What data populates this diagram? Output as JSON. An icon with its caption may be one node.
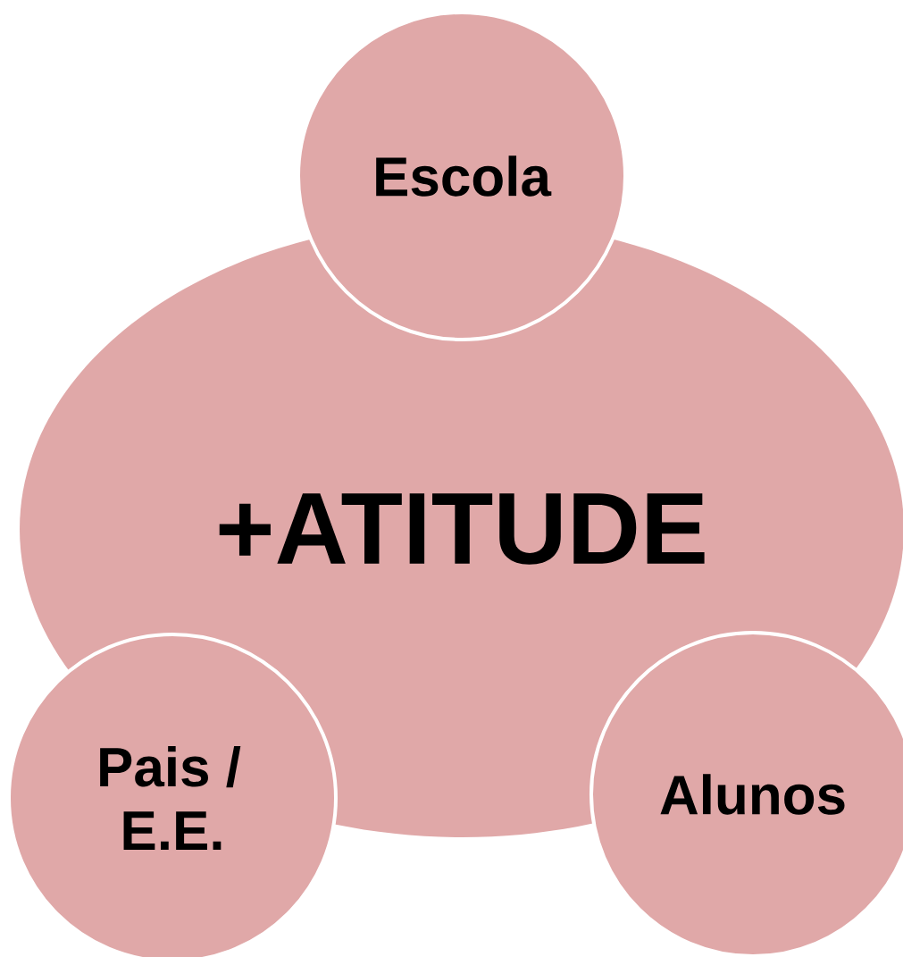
{
  "diagram": {
    "nodes": [
      {
        "text": [
          "+ATITUDE"
        ]
      },
      {
        "text": [
          "Escola"
        ]
      },
      {
        "text": [
          "Pais / E.E."
        ]
      },
      {
        "text": [
          "Alunos"
        ]
      }
    ]
  }
}
